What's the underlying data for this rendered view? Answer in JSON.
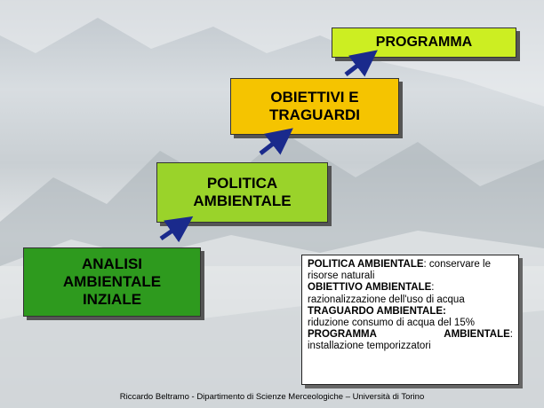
{
  "slide": {
    "steps": [
      {
        "id": "analisi",
        "text": "ANALISI\nAMBIENTALE\nINZIALE",
        "color": "#2e9a1e"
      },
      {
        "id": "politica",
        "text": "POLITICA\nAMBIENTALE",
        "color": "#9ad32a"
      },
      {
        "id": "obiettivi",
        "text": "OBIETTIVI E\nTRAGUARDI",
        "color": "#f5c400"
      },
      {
        "id": "programma",
        "text": "PROGRAMMA",
        "color": "#ccee22"
      }
    ],
    "arrow_color": "#1a2a8c",
    "info": {
      "politica_label": "POLITICA AMBIENTALE",
      "politica_text": ": conservare le risorse naturali",
      "obiettivo_label": "OBIETTIVO AMBIENTALE",
      "obiettivo_colon": ":",
      "obiettivo_text": "razionalizzazione dell'uso di acqua",
      "traguardo_label": "TRAGUARDO AMBIENTALE:",
      "traguardo_text": "riduzione consumo di acqua del 15%",
      "programma_label_1": "PROGRAMMA",
      "programma_label_2": "AMBIENTALE",
      "programma_colon": ":",
      "programma_text": "installazione temporizzatori"
    },
    "footer": "Riccardo Beltramo - Dipartimento di Scienze Merceologiche – Università di Torino"
  }
}
